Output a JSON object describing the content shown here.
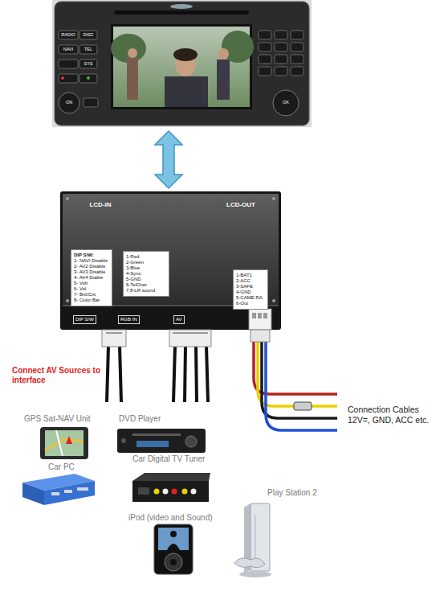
{
  "diagram": {
    "nodes": [
      {
        "text": [
          "RADIO",
          "DISC",
          "NAVI",
          "TEL",
          "SYS",
          "ON",
          "OK"
        ]
      },
      {
        "text": [
          "LCD-IN",
          "LCD-OUT"
        ]
      },
      {
        "text": [
          "DIP S/W:",
          "1- NAVI Disable",
          "2- AV2 Disable",
          "3- AV3 Disable",
          "4- AV4 Diable",
          "5- Vsh",
          "6- Vsl",
          "7- Brit/Cnt",
          "8- Color Bar"
        ],
        "in": 1
      },
      {
        "text": [
          "1-Red",
          "2-Green",
          "3-Blue",
          "4-Sync",
          "5-GND",
          "6-TelOver",
          "7,8-LR sound"
        ],
        "in": 1
      },
      {
        "text": [
          "1-BAT1",
          "2-ACC",
          "3-SAFE",
          "4-GND",
          "5-CAME RA",
          "6-Out"
        ],
        "in": 1
      },
      {
        "text": [
          "GPS Sat-NAV Unit"
        ]
      },
      {
        "text": [
          "DVD Player"
        ]
      },
      {
        "text": [
          "Car PC"
        ]
      },
      {
        "text": [
          "Car Digital TV Tuner"
        ]
      },
      {
        "text": [
          "Play Station 2"
        ]
      },
      {
        "text": [
          "iPod (video and Sound)"
        ]
      }
    ],
    "edges": [
      {
        "from": 0,
        "to": 1,
        "arrow": "both"
      }
    ],
    "labels": [
      "DIP S/W",
      "RGB IN",
      "AV",
      "Connect AV Sources to interface",
      "Connection Cables 12V=, GND, ACC etc."
    ]
  }
}
